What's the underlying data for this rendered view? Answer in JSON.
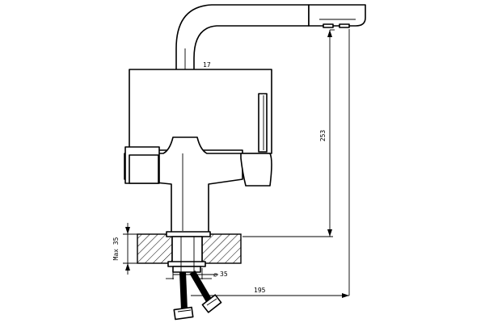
{
  "dimensions": {
    "spout_width": "17",
    "height": "253",
    "max_thickness": "Max 35",
    "hole_diameter": "35",
    "reach": "195"
  }
}
